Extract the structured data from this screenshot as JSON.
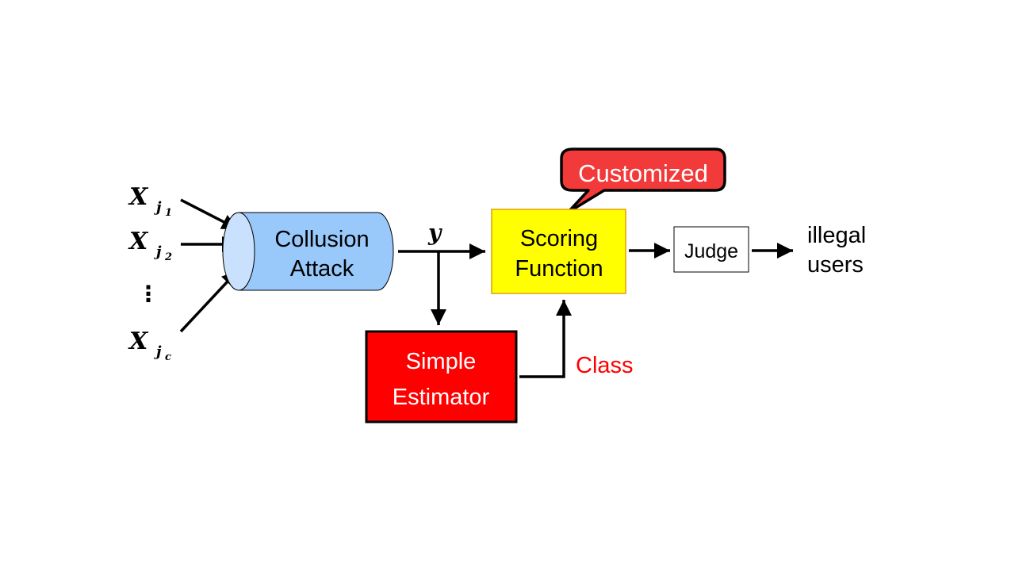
{
  "inputs": {
    "base": "X",
    "j1_sub": "j",
    "j1_subsub": "1",
    "j2_sub": "j",
    "j2_subsub": "2",
    "jc_sub": "j",
    "jc_subsub": "c",
    "ellipsis": "⋮"
  },
  "collusion": {
    "line1": "Collusion",
    "line2": "Attack"
  },
  "signal": {
    "label": "y"
  },
  "scoring": {
    "line1": "Scoring",
    "line2": "Function"
  },
  "callout": {
    "text": "Customized"
  },
  "estimator": {
    "line1": "Simple",
    "line2": "Estimator"
  },
  "class_label": {
    "text": "Class"
  },
  "judge": {
    "text": "Judge"
  },
  "output": {
    "line1": "illegal",
    "line2": "users"
  },
  "colors": {
    "collusion_fill": "#99c8fa",
    "collusion_face": "#c9e1fc",
    "scoring_fill": "#ffff00",
    "scoring_border": "#e0a000",
    "estimator_fill": "#ff0000",
    "callout_fill": "#f23a3a",
    "class_text": "#ff0000"
  }
}
